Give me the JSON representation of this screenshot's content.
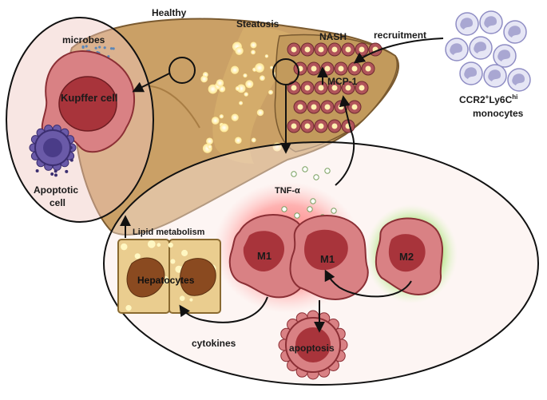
{
  "stages": {
    "healthy": "Healthy",
    "steatosis": "Steatosis",
    "nash": "NASH"
  },
  "left_panel": {
    "microbes": "microbes",
    "kupffer": "Kupffer cell",
    "apoptotic_line1": "Apoptotic",
    "apoptotic_line2": "cell"
  },
  "recruitment": "recruitment",
  "monocytes": {
    "line1_prefix": "CCR2",
    "line1_sup1": "+",
    "line1_mid": "Ly6C",
    "line1_sup2": "hi",
    "line2": "monocytes"
  },
  "mcp1": "MCP-1",
  "tnf": "TNF-α",
  "lipid": "Lipid metabolism",
  "hepatocytes": "Hepatocytes",
  "cytokines": "cytokines",
  "macrophages": {
    "m1a": "M1",
    "m1b": "M1",
    "m2": "M2"
  },
  "apoptosis": "apoptosis",
  "colors": {
    "liver": "#cfa56b",
    "liver_fat": "#fff3a8",
    "nash_nodule": "#b0545a",
    "macrophage": "#d97b7e",
    "nucleus": "#b8343c",
    "m1_glow": "#ff6b6b",
    "m2_glow": "#7fd14a",
    "monocyte": "#a9a7d2",
    "apoptotic": "#6a5aa8"
  }
}
